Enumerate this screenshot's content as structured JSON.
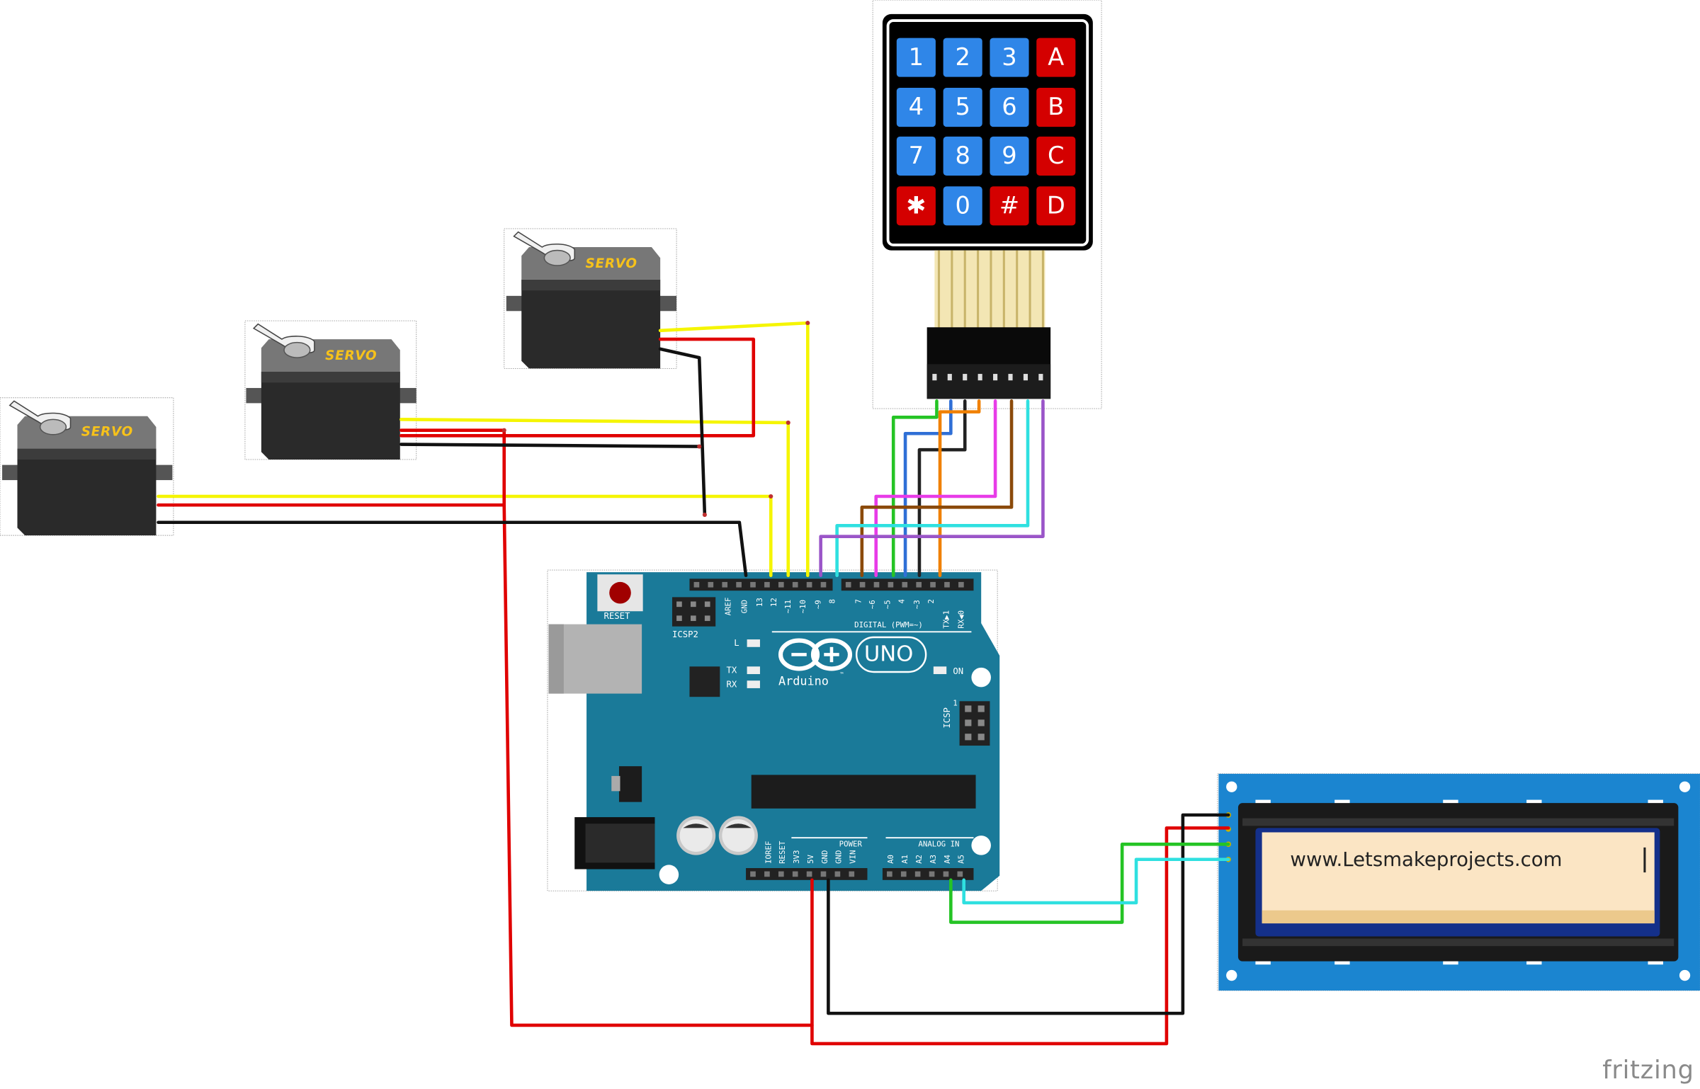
{
  "keypad": {
    "keys": [
      "1",
      "2",
      "3",
      "A",
      "4",
      "5",
      "6",
      "B",
      "7",
      "8",
      "9",
      "C",
      "✱",
      "0",
      "#",
      "D"
    ]
  },
  "servos": [
    {
      "label": "SERVO"
    },
    {
      "label": "SERVO"
    },
    {
      "label": "SERVO"
    }
  ],
  "arduino": {
    "reset": "RESET",
    "icsp2": "ICSP2",
    "icsp": "ICSP",
    "icsp_pin": "1",
    "digital": "DIGITAL (PWM=~)",
    "power": "POWER",
    "analog_in": "ANALOG IN",
    "brand": "Arduino",
    "tm": "™",
    "model": "UNO",
    "on": "ON",
    "led_l": "L",
    "led_tx": "TX",
    "led_rx": "RX",
    "top_pins": [
      "AREF",
      "GND",
      "13",
      "12",
      "~11",
      "~10",
      "~9",
      "8",
      "7",
      "~6",
      "~5",
      "4",
      "~3",
      "2",
      "TX▶1",
      "RX◀0"
    ],
    "power_pins": [
      "IOREF",
      "RESET",
      "3V3",
      "5V",
      "GND",
      "GND",
      "VIN"
    ],
    "analog_pins": [
      "A0",
      "A1",
      "A2",
      "A3",
      "A4",
      "A5"
    ]
  },
  "lcd": {
    "text": "www.Letsmakeprojects.com"
  },
  "watermark": "fritzing",
  "colors": {
    "board": "#1a7a99",
    "lcd_board": "#1b85d0",
    "keypad_blue": "#2f86e8",
    "keypad_red": "#d40000",
    "wire_red": "#e00000",
    "wire_yellow": "#f5f500",
    "wire_black": "#111111"
  }
}
